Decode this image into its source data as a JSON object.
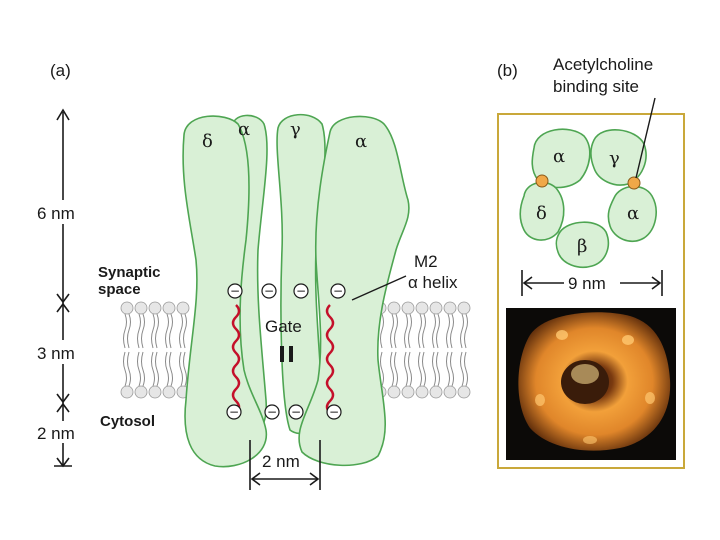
{
  "panel_a": {
    "label": "(a)",
    "dimensions": [
      "6 nm",
      "3 nm",
      "2 nm"
    ],
    "region_synaptic_line1": "Synaptic",
    "region_synaptic_line2": "space",
    "region_cytosol": "Cytosol",
    "gate_label": "Gate",
    "m2_line1": "M2",
    "m2_line2": "α helix",
    "pore_width": "2 nm",
    "subunits": [
      "δ",
      "α",
      "γ",
      "α"
    ],
    "charge_symbol": "−"
  },
  "panel_b": {
    "label": "(b)",
    "binding_site_line1": "Acetylcholine",
    "binding_site_line2": "binding site",
    "subunits": [
      "α",
      "γ",
      "δ",
      "α",
      "β"
    ],
    "ring_width": "9 nm"
  },
  "colors": {
    "subunit_fill": "#d9f0d6",
    "subunit_stroke": "#4ea552",
    "helix": "#c4102a",
    "binding_site": "#f0a848",
    "panel_border": "#c9a83a"
  }
}
